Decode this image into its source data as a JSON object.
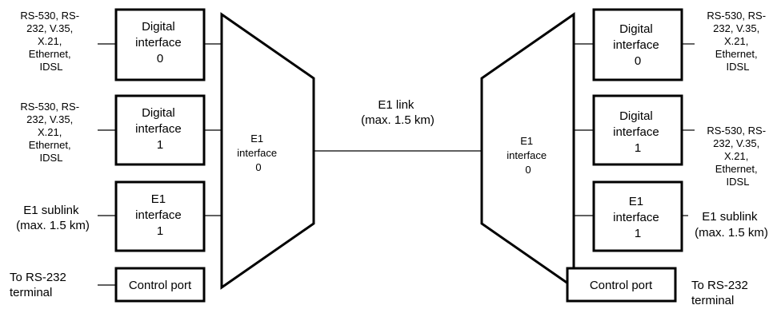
{
  "left_unit": {
    "mux_label": [
      "E1",
      "interface",
      "0"
    ],
    "ports": [
      {
        "box": [
          "Digital",
          "interface",
          "0"
        ],
        "side": [
          "RS-530, RS-",
          "232, V.35,",
          "X.21,",
          "Ethernet,",
          "IDSL"
        ]
      },
      {
        "box": [
          "Digital",
          "interface",
          "1"
        ],
        "side": [
          "RS-530, RS-",
          "232, V.35,",
          "X.21,",
          "Ethernet,",
          "IDSL"
        ]
      },
      {
        "box": [
          "E1",
          "interface",
          "1"
        ],
        "side": [
          "E1 sublink",
          "(max. 1.5 km)"
        ]
      }
    ],
    "control": {
      "box": [
        "Control port"
      ],
      "side": [
        "To RS-232",
        "terminal"
      ]
    }
  },
  "right_unit": {
    "mux_label": [
      "E1",
      "interface",
      "0"
    ],
    "ports": [
      {
        "box": [
          "Digital",
          "interface",
          "0"
        ],
        "side": [
          "RS-530, RS-",
          "232, V.35,",
          "X.21,",
          "Ethernet,",
          "IDSL"
        ]
      },
      {
        "box": [
          "Digital",
          "interface",
          "1"
        ],
        "side": [
          "RS-530, RS-",
          "232, V.35,",
          "X.21,",
          "Ethernet,",
          "IDSL"
        ]
      },
      {
        "box": [
          "E1",
          "interface",
          "1"
        ],
        "side": [
          "E1 sublink",
          "(max. 1.5 km)"
        ]
      }
    ],
    "control": {
      "box": [
        "Control port"
      ],
      "side": [
        "To RS-232",
        "terminal"
      ]
    }
  },
  "link": {
    "label": [
      "E1 link",
      "(max. 1.5 km)"
    ]
  }
}
